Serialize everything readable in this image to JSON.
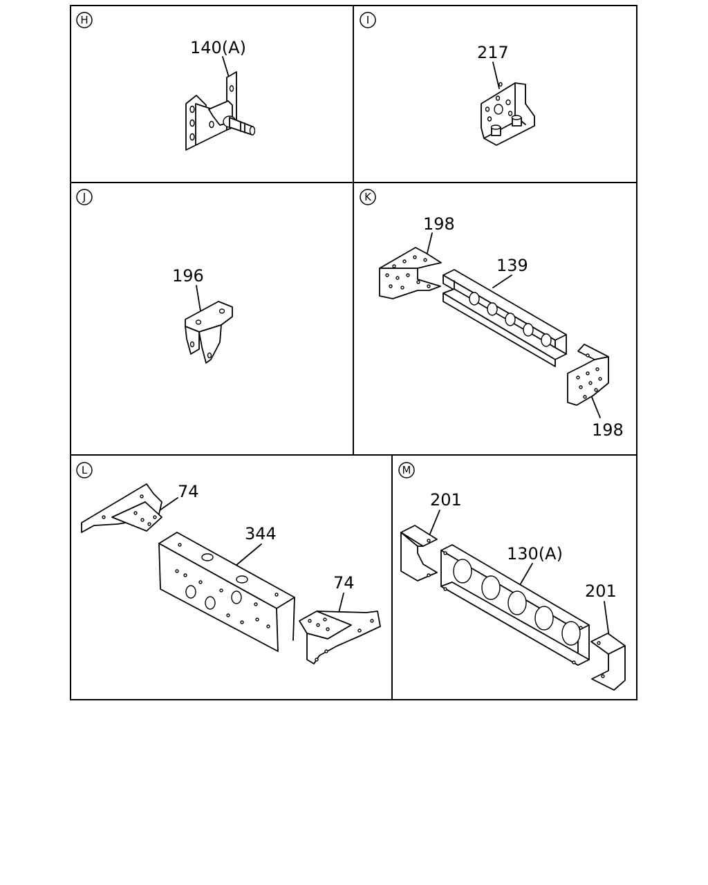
{
  "panels": {
    "H": {
      "letter": "H",
      "labels": [
        "140(A)"
      ]
    },
    "I": {
      "letter": "I",
      "labels": [
        "217"
      ]
    },
    "J": {
      "letter": "J",
      "labels": [
        "196"
      ]
    },
    "K": {
      "letter": "K",
      "labels": [
        "198",
        "139",
        "198"
      ]
    },
    "L": {
      "letter": "L",
      "labels": [
        "74",
        "344",
        "74"
      ]
    },
    "M": {
      "letter": "M",
      "labels": [
        "201",
        "130(A)",
        "201"
      ]
    }
  }
}
